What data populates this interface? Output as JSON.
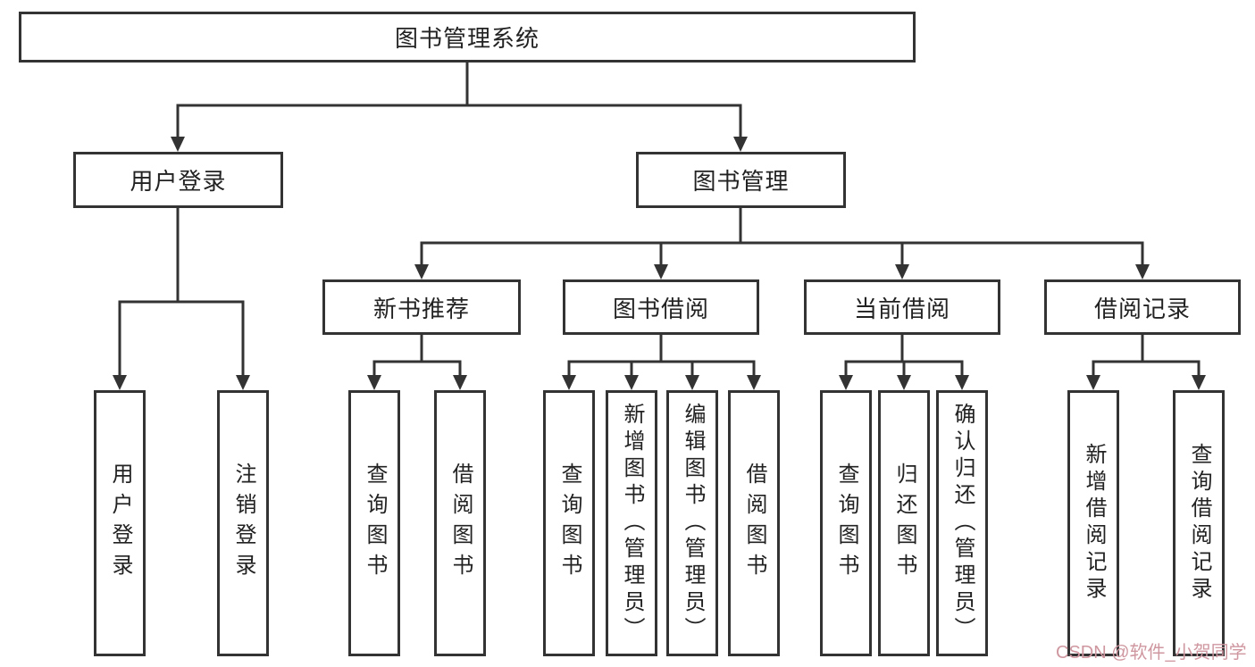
{
  "diagram_title": "图书管理系统",
  "tree": {
    "root": {
      "label": "图书管理系统"
    },
    "user_login": {
      "label": "用户登录",
      "children": [
        "用户登录",
        "注销登录"
      ]
    },
    "book_management": {
      "label": "图书管理",
      "sections": {
        "new_book_recommend": {
          "label": "新书推荐",
          "children": [
            "查询图书",
            "借阅图书"
          ]
        },
        "book_borrow": {
          "label": "图书借阅",
          "children": [
            "查询图书",
            "新增图书（管理员）",
            "编辑图书（管理员）",
            "借阅图书"
          ]
        },
        "current_borrow": {
          "label": "当前借阅",
          "children": [
            "查询图书",
            "归还图书",
            "确认归还（管理员）"
          ]
        },
        "borrow_records": {
          "label": "借阅记录",
          "children": [
            "新增借阅记录",
            "查询借阅记录"
          ]
        }
      }
    }
  },
  "watermark": {
    "text": "CSDN @软件_小贺同学",
    "color": "#cf97a0"
  },
  "colors": {
    "line": "#333333",
    "box_border": "#333333",
    "box_fill": "#ffffff",
    "text": "#222222",
    "background": "#ffffff"
  }
}
